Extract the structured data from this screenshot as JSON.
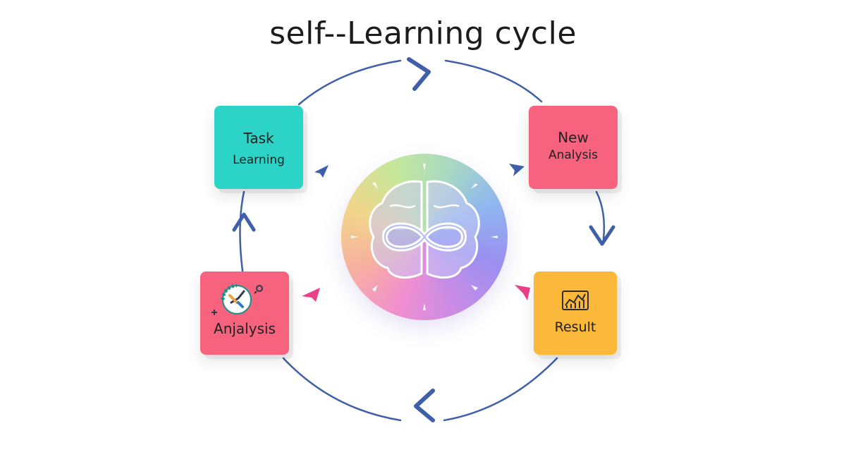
{
  "title": "self--Learning cycle",
  "nodes": {
    "task": {
      "line1": "Task",
      "line2": "Learning"
    },
    "new_analysis": {
      "line1": "New",
      "line2": "Analysis"
    },
    "analysis": {
      "line1": "Anjalysis"
    },
    "result": {
      "line1": "Result"
    }
  },
  "colors": {
    "task": "#2bd4c6",
    "new_analysis": "#f7637f",
    "analysis": "#f7637f",
    "result": "#fcb83b",
    "cycle_line": "#3f5fa8",
    "pink_arrow": "#ec3f8a"
  },
  "icons": {
    "hub": "brain-infinity-icon",
    "result": "line-chart-icon",
    "analysis": "gear-magnifier-icon"
  }
}
